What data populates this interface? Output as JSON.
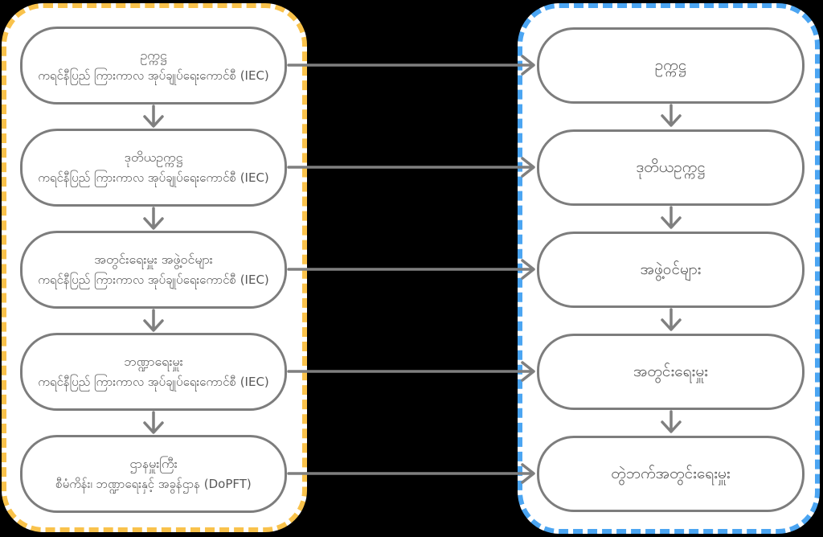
{
  "diagram": {
    "colors": {
      "background": "#000000",
      "left_accent": "#F9C24B",
      "right_accent": "#4BA5F2",
      "node_border": "#7D7D7D",
      "arrow": "#7F7F7F",
      "text": "#595959"
    },
    "left_panel": {
      "boxes": [
        {
          "title": "ဥက္ကဋ္ဌ",
          "subtitle": "ကရင်နီပြည် ကြားကာလ အုပ်ချုပ်ရေးကောင်စီ (IEC)"
        },
        {
          "title": "ဒုတိယဥက္ကဋ္ဌ",
          "subtitle": "ကရင်နီပြည် ကြားကာလ အုပ်ချုပ်ရေးကောင်စီ (IEC)"
        },
        {
          "title": "အတွင်းရေးမှူး အဖွဲ့ဝင်များ",
          "subtitle": "ကရင်နီပြည် ကြားကာလ အုပ်ချုပ်ရေးကောင်စီ (IEC)"
        },
        {
          "title": "ဘဏ္ဍာရေးမှူး",
          "subtitle": "ကရင်နီပြည် ကြားကာလ အုပ်ချုပ်ရေးကောင်စီ (IEC)"
        },
        {
          "title": "ဌာနမှူးကြီး",
          "subtitle": "စီမံကိန်း၊ ဘဏ္ဍာရေးနှင့် အခွန်ဌာန (DoPFT)"
        }
      ]
    },
    "right_panel": {
      "boxes": [
        {
          "title": "ဥက္ကဋ္ဌ"
        },
        {
          "title": "ဒုတိယဥက္ကဋ္ဌ"
        },
        {
          "title": "အဖွဲ့ဝင်များ"
        },
        {
          "title": "အတွင်းရေးမှူး"
        },
        {
          "title": "တွဲဘက်အတွင်းရေးမှူး"
        }
      ]
    }
  }
}
